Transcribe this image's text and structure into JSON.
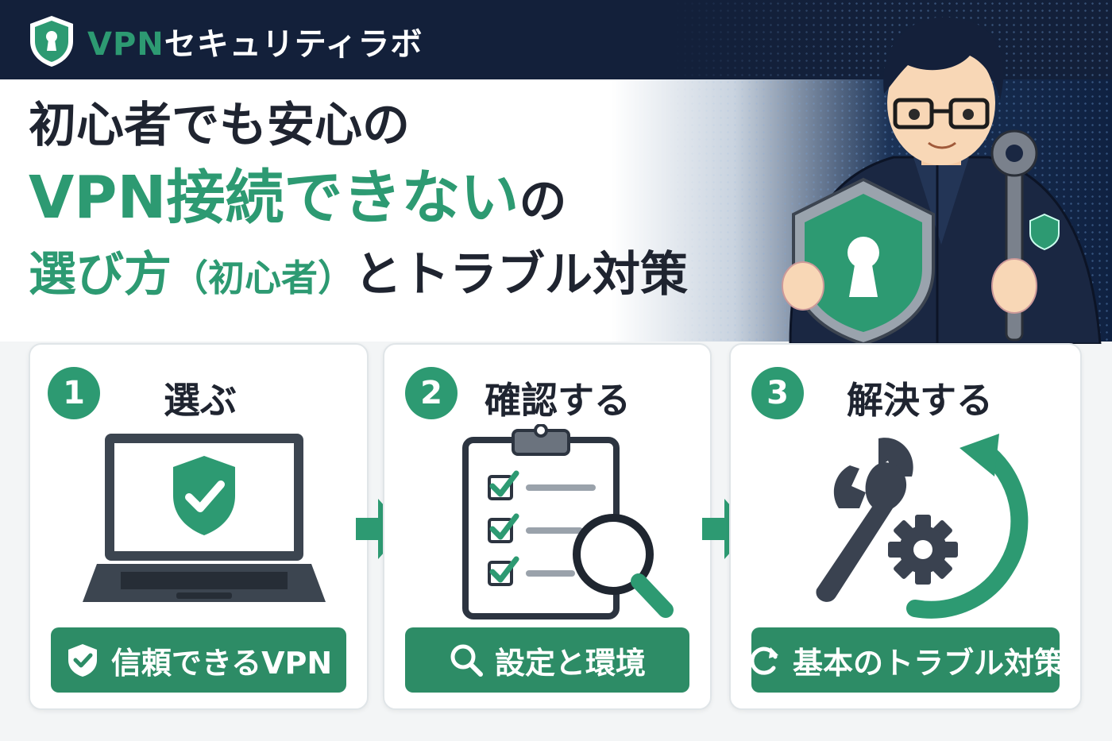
{
  "brand": {
    "prefix": "VPN",
    "rest": "セキュリティラボ"
  },
  "headline": {
    "line1": "初心者でも安心の",
    "line2_main": "VPN接続できない",
    "line2_suffix": "の",
    "line3_green": "選び方",
    "line3_paren": "（初心者）",
    "line3_dark": "とトラブル対策"
  },
  "steps": [
    {
      "number": "1",
      "title": "選ぶ",
      "label": "信頼できるVPN"
    },
    {
      "number": "2",
      "title": "確認する",
      "label": "設定と環境"
    },
    {
      "number": "3",
      "title": "解決する",
      "label": "基本のトラブル対策"
    }
  ],
  "icons": {
    "brand": "shield-keyhole-icon",
    "step1": "laptop-shield-check-icon",
    "step2": "clipboard-checklist-magnifier-icon",
    "step3": "wrench-gear-cycle-icon",
    "pill1": "shield-check-icon",
    "pill2": "search-icon",
    "pill3": "refresh-icon",
    "arrow": "arrow-right-icon"
  },
  "colors": {
    "accent": "#2d9a72",
    "pill": "#2d8c66",
    "navy": "#13203a",
    "text": "#1f2430"
  }
}
